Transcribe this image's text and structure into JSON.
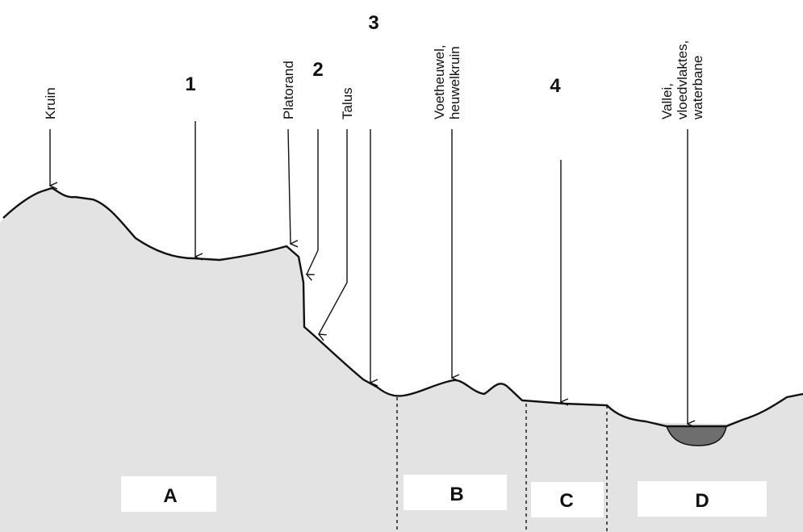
{
  "profile_labels": {
    "kruin": "Kruin",
    "platorand": "Platorand",
    "talus": "Talus",
    "voetheuwel": [
      "Voetheuwel,",
      "heuwelkruin"
    ],
    "vallei": [
      "Vallei,",
      "vloedvlaktes,",
      "waterbane"
    ]
  },
  "numbers": {
    "n1": "1",
    "n2": "2",
    "n3": "3",
    "n4": "4"
  },
  "zones": {
    "a": "A",
    "b": "B",
    "c": "C",
    "d": "D"
  },
  "colors": {
    "background_tint": "#e3e3e3",
    "profile_line": "#111111",
    "water": "#6e6e6e",
    "label_box": "#ffffff"
  }
}
